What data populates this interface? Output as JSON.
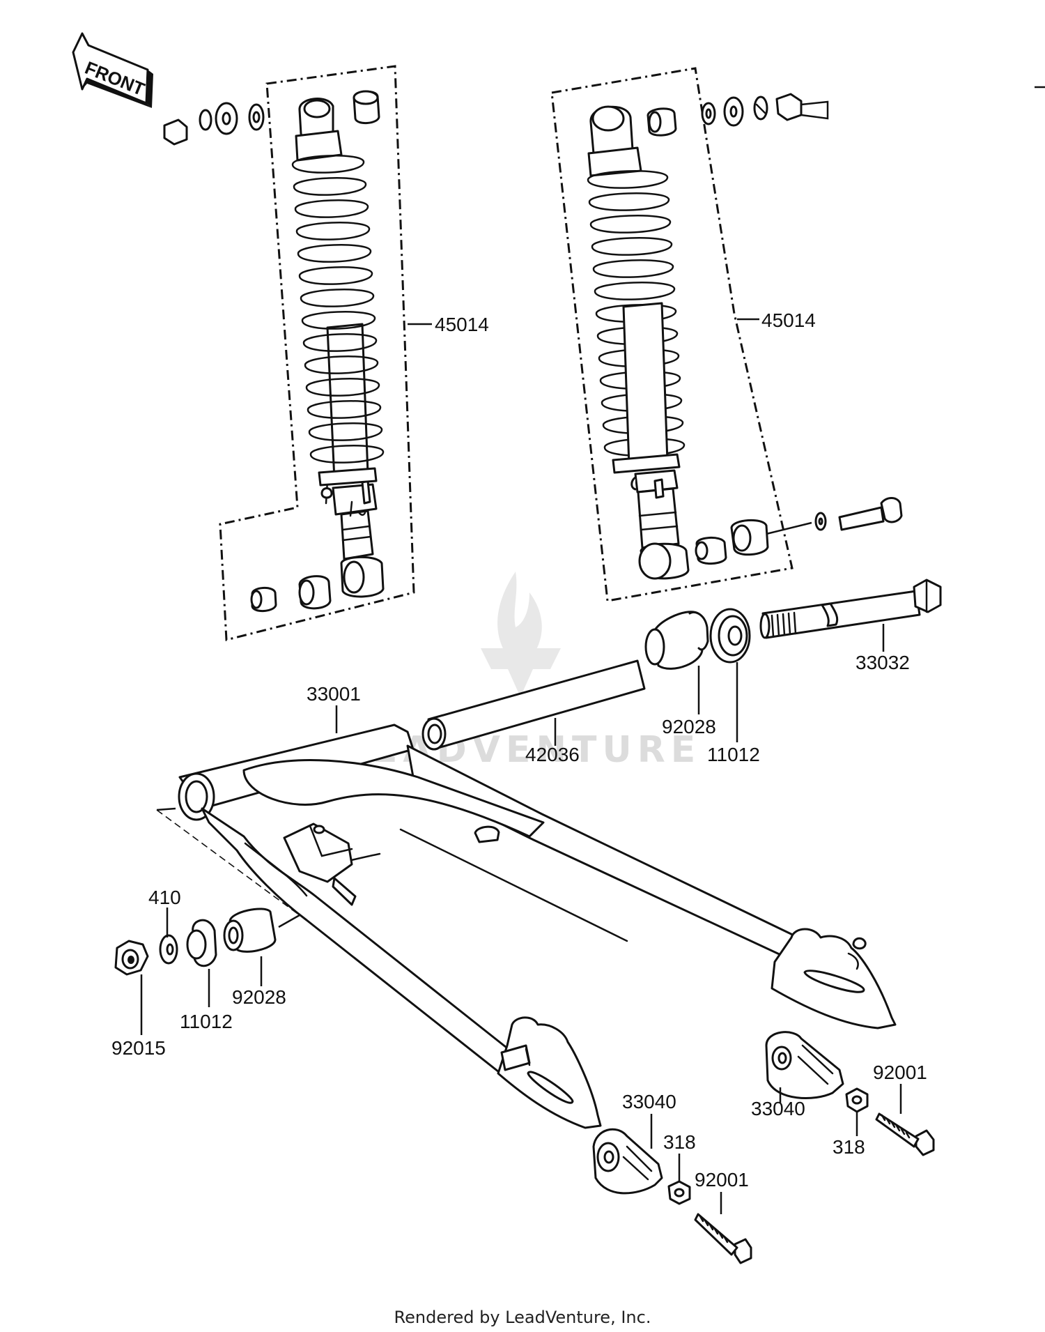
{
  "front_arrow": {
    "label": "FRONT"
  },
  "watermark": {
    "text": "LEADVENTURE"
  },
  "footer": {
    "text": "Rendered by LeadVenture, Inc."
  },
  "callouts": [
    {
      "id": "45014-left",
      "part_no": "45014"
    },
    {
      "id": "45014-right",
      "part_no": "45014"
    },
    {
      "id": "33032",
      "part_no": "33032"
    },
    {
      "id": "33001",
      "part_no": "33001"
    },
    {
      "id": "92028-top",
      "part_no": "92028"
    },
    {
      "id": "42036",
      "part_no": "42036"
    },
    {
      "id": "11012-top",
      "part_no": "11012"
    },
    {
      "id": "410",
      "part_no": "410"
    },
    {
      "id": "92028-left",
      "part_no": "92028"
    },
    {
      "id": "11012-left",
      "part_no": "11012"
    },
    {
      "id": "92015",
      "part_no": "92015"
    },
    {
      "id": "33040-left",
      "part_no": "33040"
    },
    {
      "id": "318-left",
      "part_no": "318"
    },
    {
      "id": "92001-left",
      "part_no": "92001"
    },
    {
      "id": "33040-right",
      "part_no": "33040"
    },
    {
      "id": "318-right",
      "part_no": "318"
    },
    {
      "id": "92001-right",
      "part_no": "92001"
    }
  ]
}
